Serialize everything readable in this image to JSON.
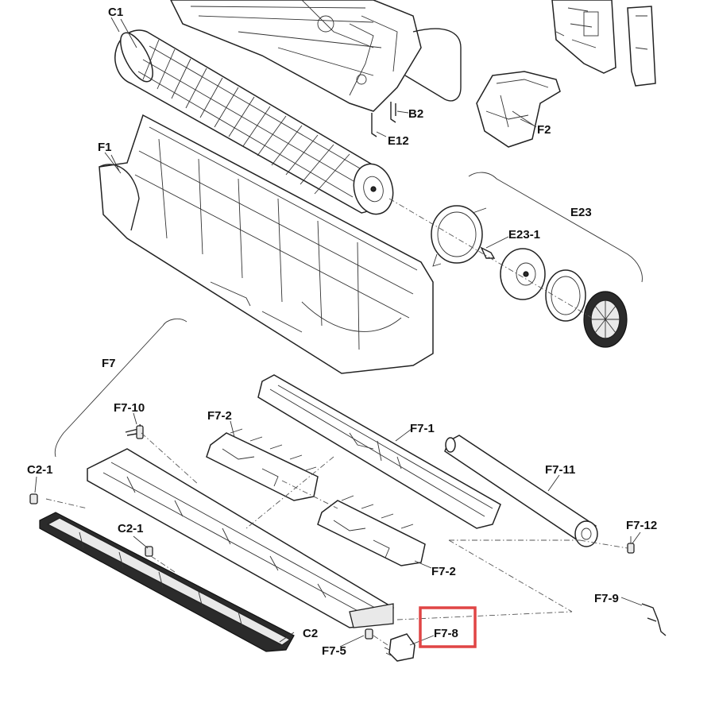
{
  "labels": {
    "c1": "C1",
    "b2": "B2",
    "e12": "E12",
    "f2": "F2",
    "f1": "F1",
    "e23": "E23",
    "e23_1": "E23-1",
    "f7": "F7",
    "f7_10": "F7-10",
    "f7_2a": "F7-2",
    "f7_1": "F7-1",
    "f7_11": "F7-11",
    "c2_1a": "C2-1",
    "c2_1b": "C2-1",
    "f7_12": "F7-12",
    "f7_2b": "F7-2",
    "f7_9": "F7-9",
    "f7_8": "F7-8",
    "c2": "C2",
    "f7_5": "F7-5"
  },
  "highlight": {
    "target": "F7-8",
    "color": "#e04545"
  }
}
